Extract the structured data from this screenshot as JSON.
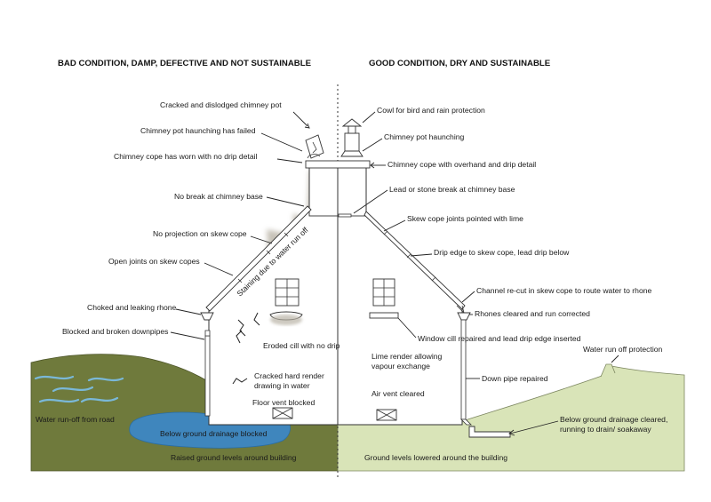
{
  "headings": {
    "bad": "BAD CONDITION, DAMP, DEFECTIVE AND NOT SUSTAINABLE",
    "good": "GOOD CONDITION, DRY AND SUSTAINABLE"
  },
  "bad_labels": {
    "chimney_pot": "Cracked and dislodged chimney pot",
    "haunching_failed": "Chimney pot haunching has failed",
    "cope_worn": "Chimney cope has worn with no drip detail",
    "no_break": "No break at chimney base",
    "no_projection": "No projection on skew cope",
    "open_joints": "Open joints on skew copes",
    "staining": "Staining due to water run off",
    "choked_rhone": "Choked and leaking rhone",
    "blocked_downpipes": "Blocked and broken downpipes",
    "eroded_cill": "Eroded cill with no drip",
    "cracked_render_1": "Cracked hard render",
    "cracked_render_2": "drawing in water",
    "floor_vent": "Floor vent blocked",
    "water_runoff_road": "Water run-off from road",
    "drainage_blocked": "Below ground drainage blocked",
    "raised_ground": "Raised ground levels around building"
  },
  "good_labels": {
    "cowl": "Cowl for bird and rain protection",
    "pot_haunching": "Chimney pot haunching",
    "cope_overhand": "Chimney cope with overhand and drip detail",
    "lead_break": "Lead or stone break at chimney base",
    "skew_joints": "Skew cope joints pointed with lime",
    "drip_edge": "Drip edge to skew cope, lead drip below",
    "channel_recut": "Channel re-cut in skew cope to route water to rhone",
    "rhones_cleared": "Rhones cleared and run corrected",
    "window_cill": "Window cill repaired and lead drip edge inserted",
    "lime_render_1": "Lime render allowing",
    "lime_render_2": "vapour exchange",
    "down_pipe": "Down pipe repaired",
    "runoff_protection": "Water run off protection",
    "air_vent": "Air vent cleared",
    "drainage_cleared_1": "Below ground drainage cleared,",
    "drainage_cleared_2": "running to drain/ soakaway",
    "ground_lowered": "Ground levels lowered around the building"
  },
  "colors": {
    "bad_ground": "#6f7a3c",
    "good_ground": "#d9e4b8",
    "water": "#3f86bd",
    "staining": "#b9b3a6"
  }
}
